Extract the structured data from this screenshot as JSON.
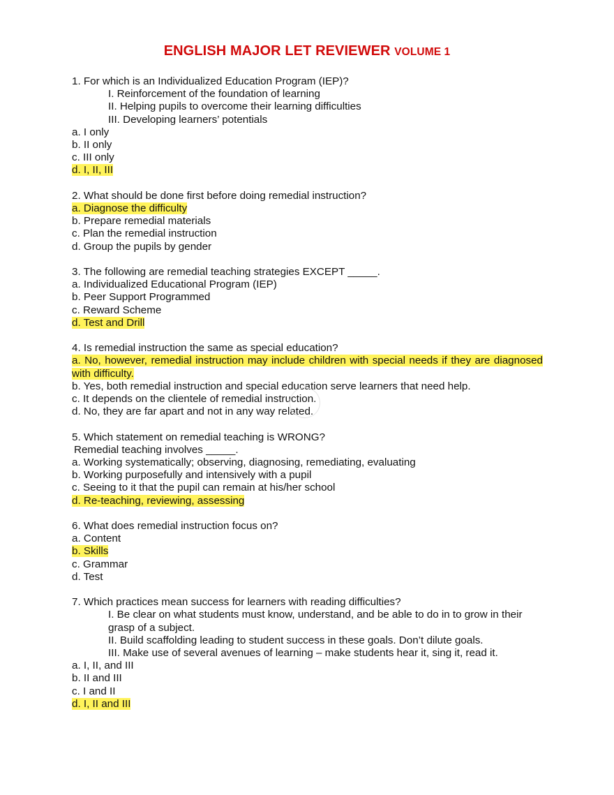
{
  "document": {
    "title_main": "ENGLISH MAJOR LET REVIEWER",
    "title_volume": "VOLUME 1"
  },
  "questions": [
    {
      "stem": "1. For which is an Individualized Education Program (IEP)?",
      "statements": [
        "I. Reinforcement of the foundation of learning",
        "II. Helping pupils to overcome their learning difficulties",
        "III. Developing learners’ potentials"
      ],
      "options": [
        "a. I only",
        "b. II only",
        "c. III only",
        "d. I, II, III"
      ],
      "answer_index": 3
    },
    {
      "stem": "2. What should be done first before doing remedial instruction?",
      "options": [
        "a. Diagnose the difficulty",
        "b. Prepare remedial materials",
        "c. Plan the remedial instruction",
        "d. Group the pupils by gender"
      ],
      "answer_index": 0
    },
    {
      "stem": "3. The following are remedial teaching strategies EXCEPT _____.",
      "options": [
        "a. Individualized Educational Program (IEP)",
        "b. Peer Support Programmed",
        "c. Reward Scheme",
        "d. Test and Drill"
      ],
      "answer_index": 3
    },
    {
      "stem": "4. Is remedial instruction the same as special education?",
      "options": [
        "a. No, however, remedial instruction may include children with special needs if they are diagnosed with difficulty.",
        "b. Yes, both remedial instruction and special education serve learners that need help.",
        "c. It depends on the clientele of remedial instruction.",
        "d. No, they are far apart and not in any way related."
      ],
      "answer_index": 0
    },
    {
      "stem": "5. Which statement on remedial teaching is WRONG?",
      "stem_line2": "Remedial teaching involves _____.",
      "options": [
        "a. Working systematically; observing, diagnosing, remediating, evaluating",
        "b. Working purposefully and intensively with a pupil",
        "c. Seeing to it that the pupil can remain at his/her school",
        "d. Re-teaching, reviewing, assessing"
      ],
      "answer_index": 3
    },
    {
      "stem": "6. What does remedial instruction focus on?",
      "options": [
        "a. Content",
        "b. Skills",
        "c. Grammar",
        "d. Test"
      ],
      "answer_index": 1
    },
    {
      "stem": "7. Which practices mean success for learners with reading difficulties?",
      "statements": [
        "I. Be clear on what students must know, understand, and be able to do in to grow in their grasp of a subject.",
        "II. Build scaffolding leading to student success in these goals. Don’t dilute goals.",
        "III. Make use of several avenues of learning – make students hear it, sing it, read it."
      ],
      "options": [
        "a. I, II, and III",
        "b. II and III",
        "c. I and II",
        "d. I, II and III"
      ],
      "answer_index": 3
    }
  ],
  "colors": {
    "title": "#d10a0a",
    "highlight": "#fff35a",
    "text": "#111111"
  }
}
